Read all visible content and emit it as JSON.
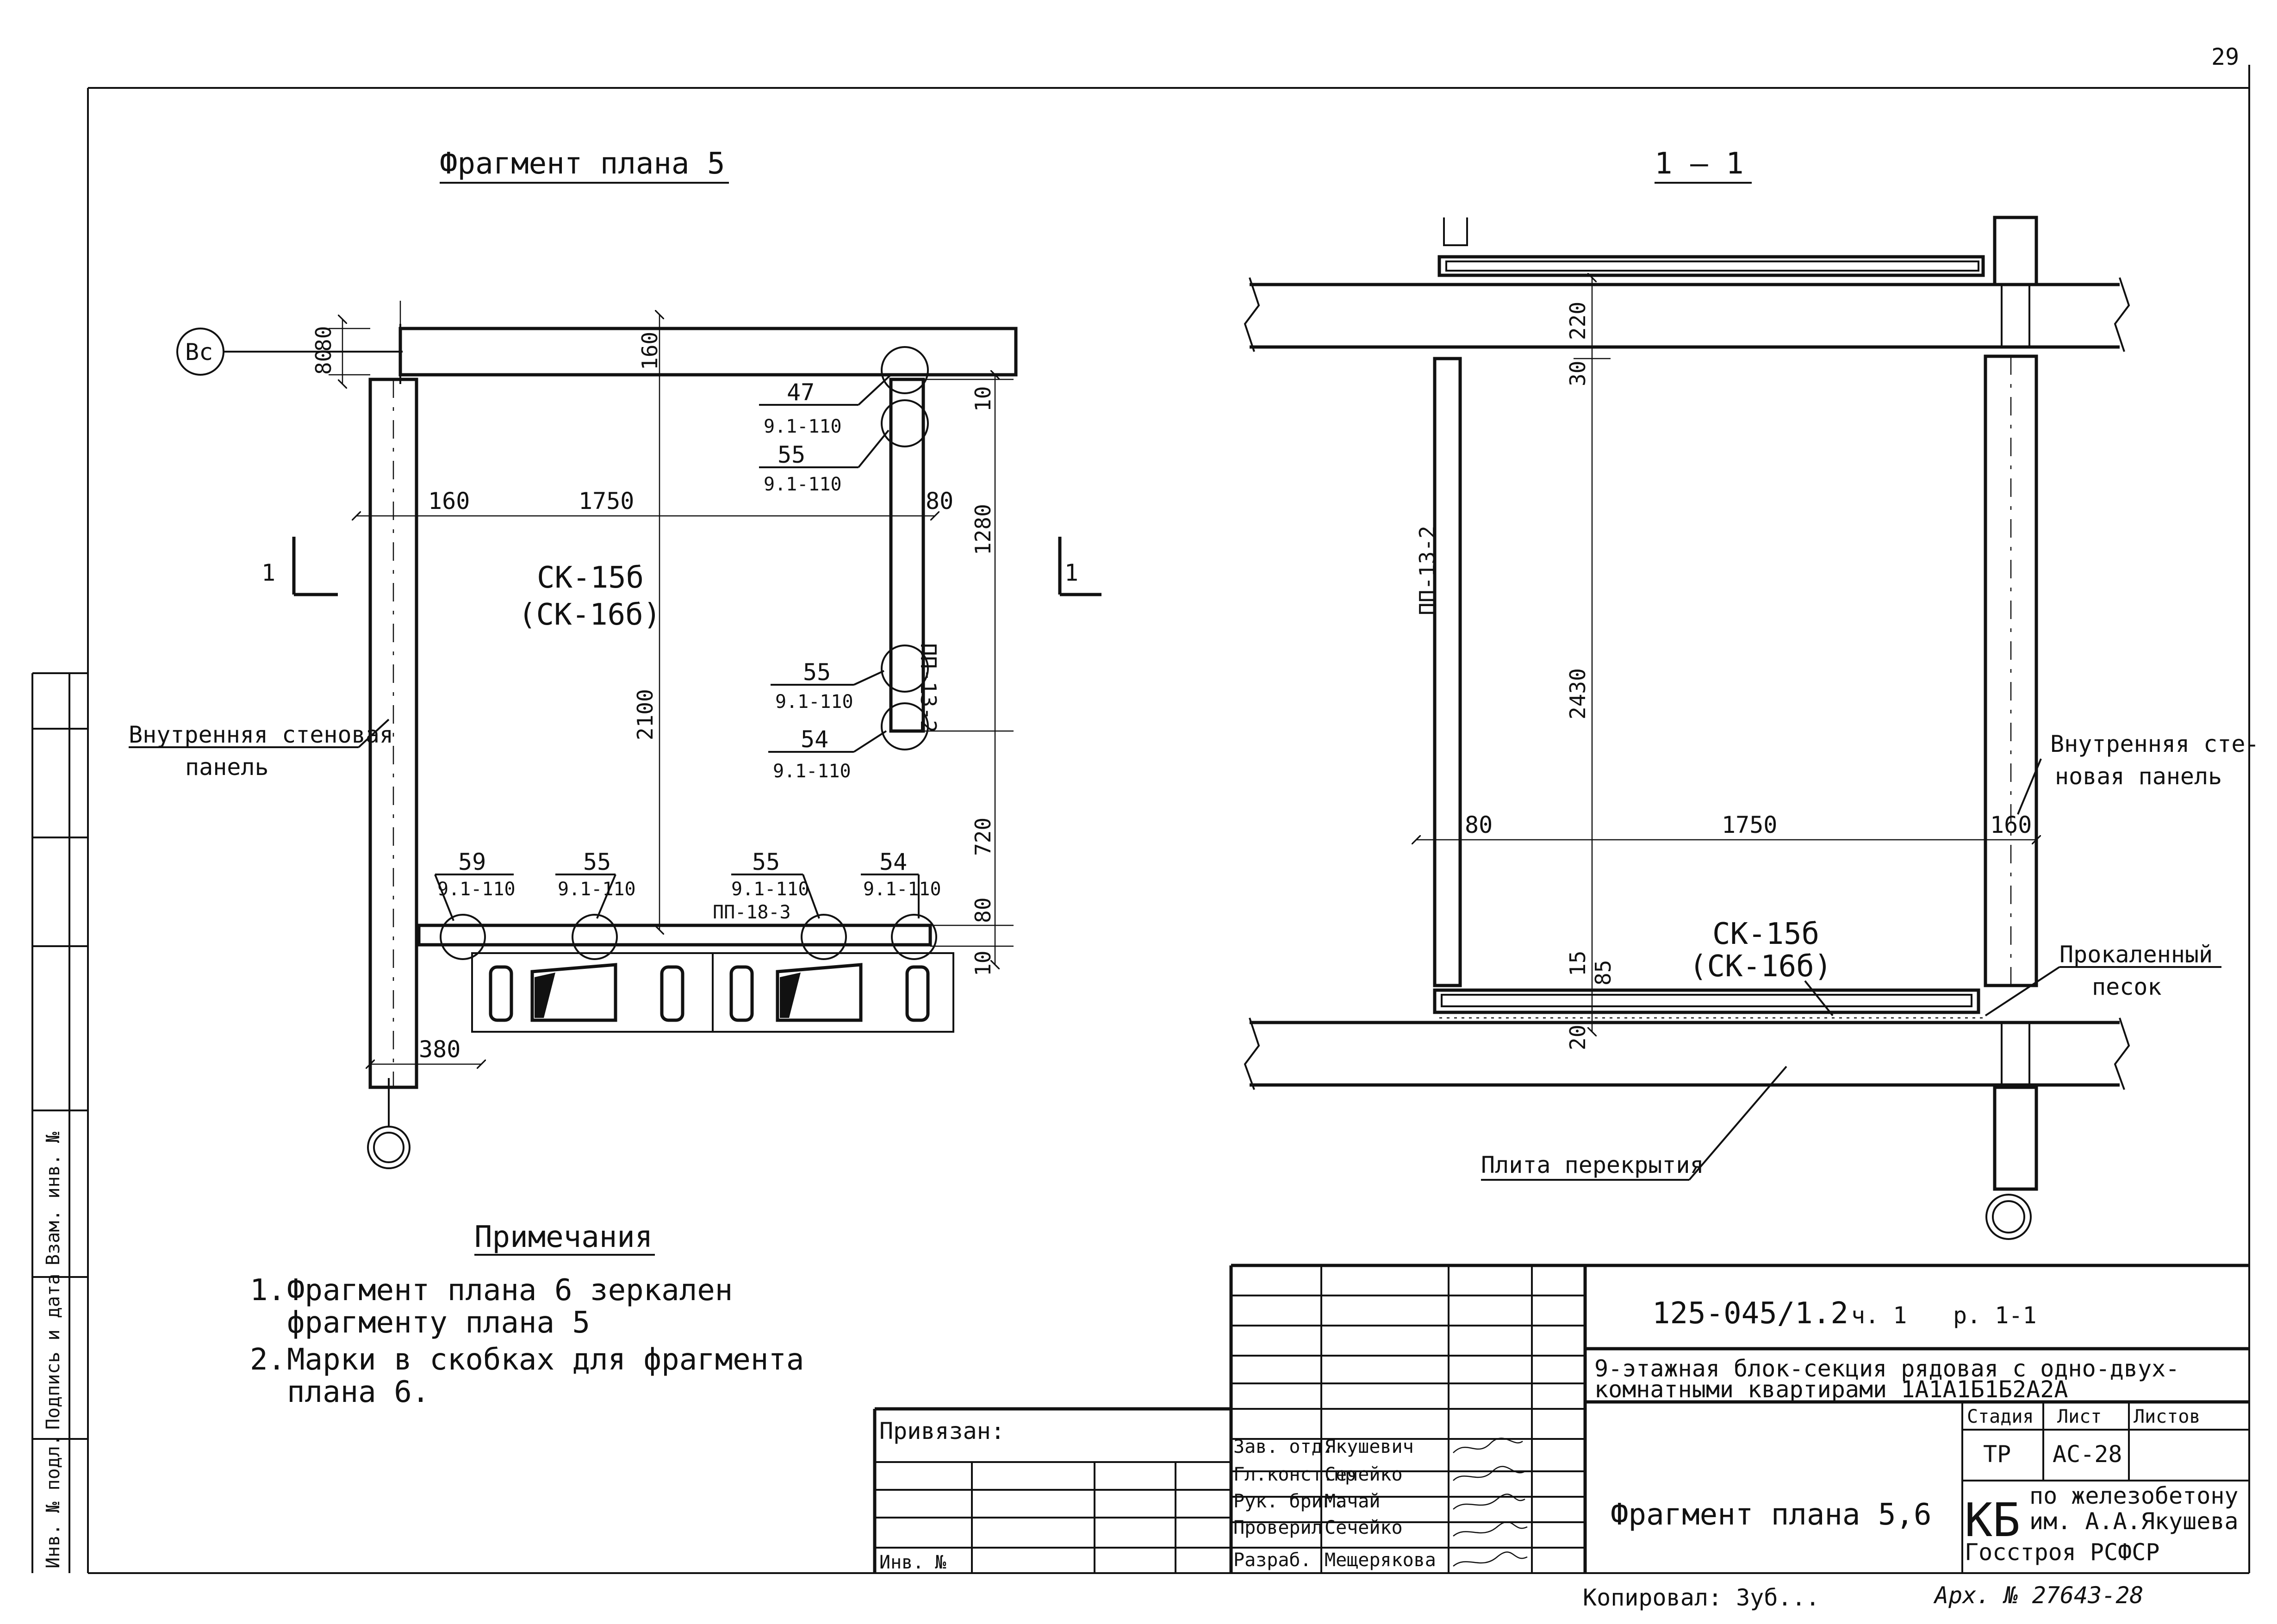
{
  "sheet_number": "29",
  "frag5": {
    "title": "Фрагмент плана 5",
    "axis_label": "Вс",
    "cut_label_left": "1",
    "cut_label_right": "1",
    "panel_label": "СК-15б",
    "panel_label_alt": "(СК-16б)",
    "wall_label_1": "Внутренняя стеновая",
    "wall_label_2": "панель",
    "pp_vert": "ПП-13-2",
    "pp_horiz": "ПП-18-3",
    "dims": {
      "d80a": "80",
      "d80b": "80",
      "d160top": "160",
      "d160": "160",
      "d1750": "1750",
      "d80right": "80",
      "d2100": "2100",
      "d10a": "10",
      "d1280": "1280",
      "d720": "720",
      "d80c": "80",
      "d10b": "10",
      "d380": "380"
    },
    "marks": [
      {
        "num": "47",
        "code": "9.1-110"
      },
      {
        "num": "55",
        "code": "9.1-110"
      },
      {
        "num": "55",
        "code": "9.1-110"
      },
      {
        "num": "54",
        "code": "9.1-110"
      },
      {
        "num": "59",
        "code": "9.1-110"
      },
      {
        "num": "55",
        "code": "9.1-110"
      },
      {
        "num": "55",
        "code": "9.1-110"
      },
      {
        "num": "54",
        "code": "9.1-110"
      }
    ]
  },
  "section": {
    "title": "1 — 1",
    "pp_label": "ПП-13-2",
    "d220": "220",
    "d30": "30",
    "d2430": "2430",
    "d80": "80",
    "d1750": "1750",
    "d160": "160",
    "d15": "15",
    "d85": "85",
    "d20": "20",
    "panel_label": "СК-15б",
    "panel_label_alt": "(СК-16б)",
    "wall_label_1": "Внутренняя сте-",
    "wall_label_2": "новая панель",
    "sand_label_1": "Прокаленный",
    "sand_label_2": "песок",
    "slab_label": "Плита перекрытия"
  },
  "notes": {
    "title": "Примечания",
    "items": [
      {
        "n": "1.",
        "lines": [
          "Фрагмент плана 6 зеркален",
          "фрагменту плана 5"
        ]
      },
      {
        "n": "2.",
        "lines": [
          "Марки в скобках для фрагмента",
          "плана 6."
        ]
      }
    ]
  },
  "left_strip": {
    "labels": [
      "Инв. № подл.",
      "Подпись и дата",
      "Взам. инв. №"
    ]
  },
  "title_block": {
    "doc_code": "125-045/1.2",
    "part": "ч. 1",
    "section_ref": "р. 1-1",
    "project_line1": "9-этажная блок-секция рядовая с одно-двух-",
    "project_line2": "комнатными квартирами 1А1А1Б1Б2А2А",
    "sheet_title": "Фрагмент плана 5,6",
    "stage_header": "Стадия",
    "sheet_header": "Лист",
    "sheets_header": "Листов",
    "stage": "ТР",
    "sheet": "АС-28",
    "org_logo": "КБ",
    "org_line1": "по железобетону",
    "org_line2": "им. А.А.Якушева",
    "org_line3": "Госстроя РСФСР",
    "bound_label": "Привязан:",
    "inv_label": "Инв. №",
    "staff": [
      {
        "role": "Зав. отд.",
        "name": "Якушевич"
      },
      {
        "role": "Гл.конст.пр",
        "name": "Сечейко"
      },
      {
        "role": "Рук. бриг.",
        "name": "Мачай"
      },
      {
        "role": "Проверил",
        "name": "Сечейко"
      },
      {
        "role": "Разраб.",
        "name": "Мещерякова"
      }
    ],
    "copied": "Копировал: Зуб...",
    "archive": "Арх. № 27643-28"
  }
}
